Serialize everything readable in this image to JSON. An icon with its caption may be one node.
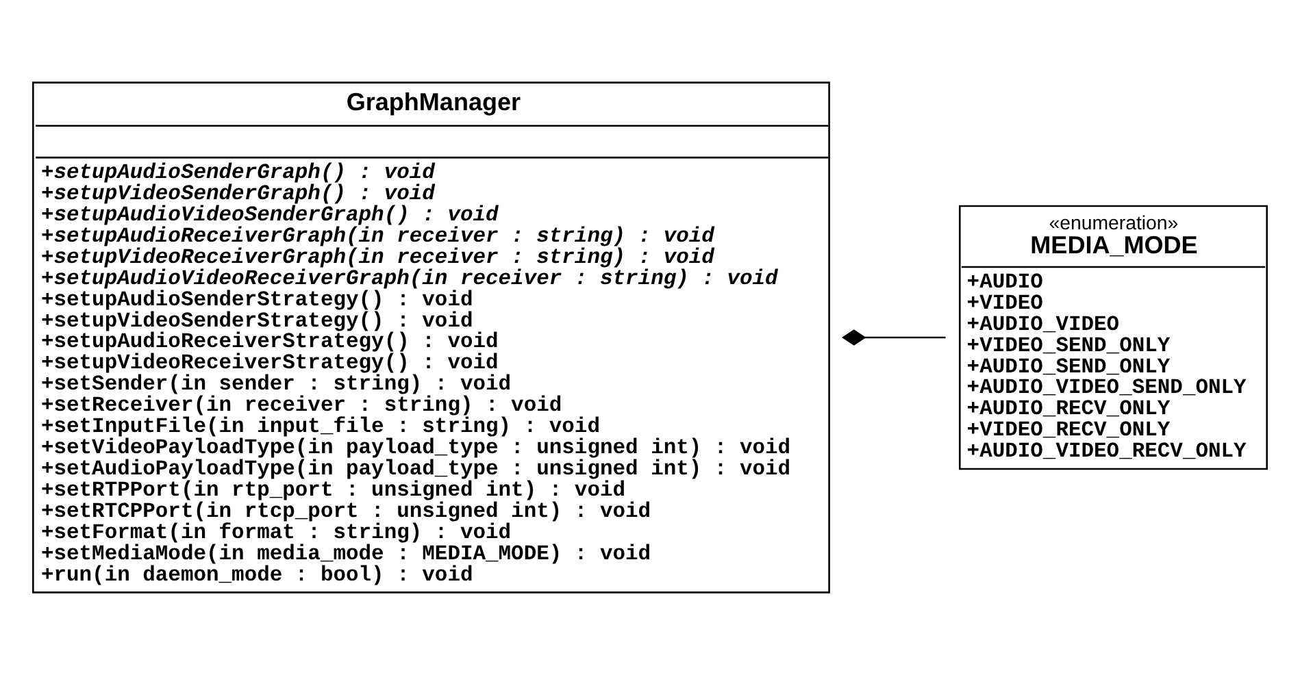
{
  "diagram": {
    "nodes": [
      {
        "text": [
          "GraphManager",
          "+setupAudioSenderGraph() : void",
          "+setupVideoSenderGraph() : void",
          "+setupAudioVideoSenderGraph() : void",
          "+setupAudioReceiverGraph(in receiver : string) : void",
          "+setupVideoReceiverGraph(in receiver : string) : void",
          "+setupAudioVideoReceiverGraph(in receiver : string) : void",
          "+setupAudioSenderStrategy() : void",
          "+setupVideoSenderStrategy() : void",
          "+setupAudioReceiverStrategy() : void",
          "+setupVideoReceiverStrategy() : void",
          "+setSender(in sender : string) : void",
          "+setReceiver(in receiver : string) : void",
          "+setInputFile(in input_file : string) : void",
          "+setVideoPayloadType(in payload_type : unsigned int) : void",
          "+setAudioPayloadType(in payload_type : unsigned int) : void",
          "+setRTPPort(in rtp_port : unsigned int) : void",
          "+setRTCPPort(in rtcp_port : unsigned int) : void",
          "+setFormat(in format : string) : void",
          "+setMediaMode(in media_mode : MEDIA_MODE) : void",
          "+run(in daemon_mode : bool) : void"
        ]
      },
      {
        "text": [
          "«enumeration»",
          "MEDIA_MODE",
          "+AUDIO",
          "+VIDEO",
          "+AUDIO_VIDEO",
          "+VIDEO_SEND_ONLY",
          "+AUDIO_SEND_ONLY",
          "+AUDIO_VIDEO_SEND_ONLY",
          "+AUDIO_RECV_ONLY",
          "+VIDEO_RECV_ONLY",
          "+AUDIO_VIDEO_RECV_ONLY"
        ]
      }
    ],
    "edges": [
      {
        "from": 0,
        "to": 1,
        "arrow": "other"
      }
    ]
  }
}
